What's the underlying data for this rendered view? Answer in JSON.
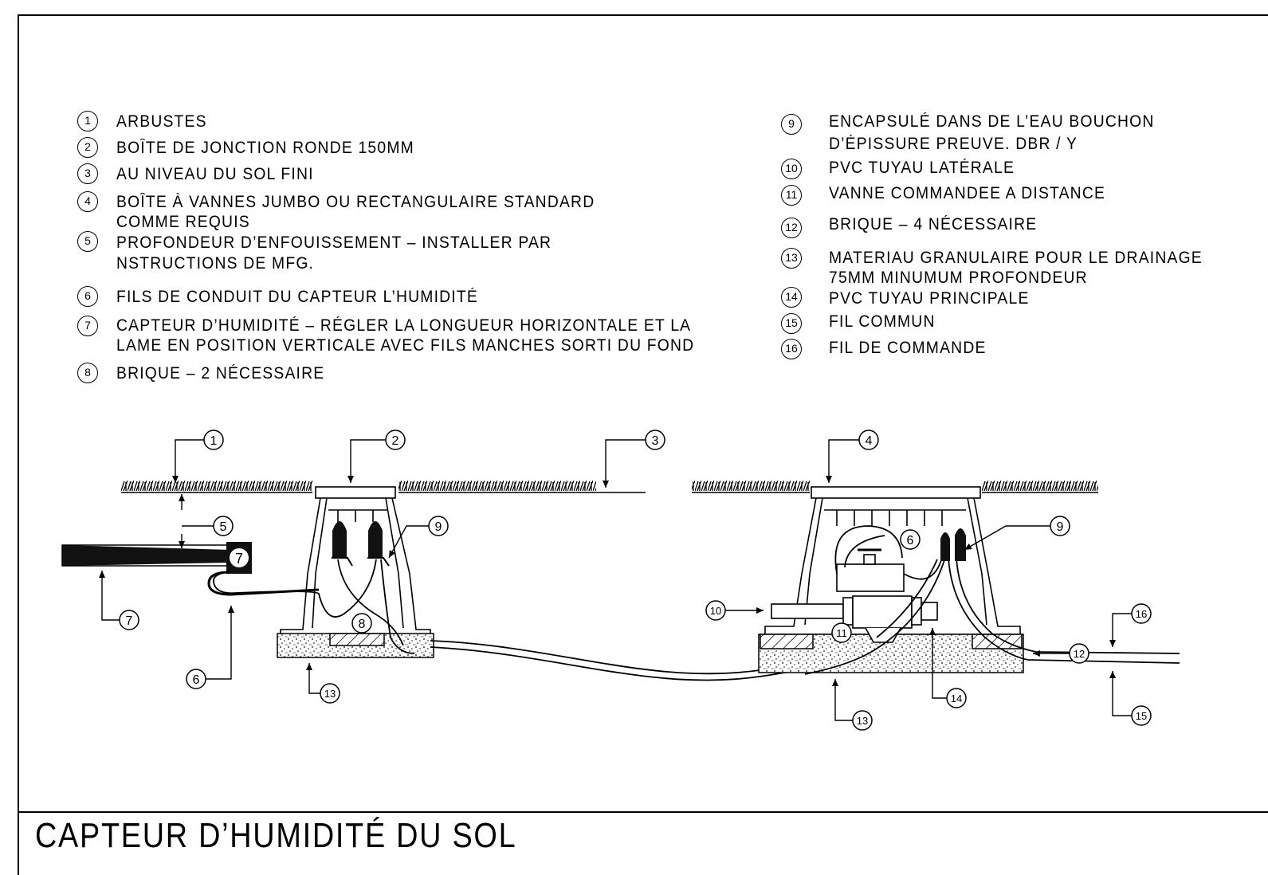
{
  "title": "CAPTEUR D’HUMIDITÉ DU SOL",
  "notes": [
    {
      "num": "1",
      "lines": [
        "ARBUSTES"
      ]
    },
    {
      "num": "2",
      "lines": [
        "BOÎTE DE JONCTION RONDE 150MM"
      ]
    },
    {
      "num": "3",
      "lines": [
        "AU NIVEAU DU SOL FINI"
      ]
    },
    {
      "num": "4",
      "lines": [
        "BOÎTE À VANNES JUMBO OU RECTANGULAIRE STANDARD",
        "COMME REQUIS"
      ]
    },
    {
      "num": "5",
      "lines": [
        "PROFONDEUR D’ENFOUISSEMENT – INSTALLER PAR",
        "NSTRUCTIONS DE MFG."
      ]
    },
    {
      "num": "6",
      "lines": [
        "FILS DE CONDUIT DU CAPTEUR L’HUMIDITÉ"
      ]
    },
    {
      "num": "7",
      "lines": [
        "CAPTEUR D’HUMIDITÉ – RÉGLER LA LONGUEUR HORIZONTALE ET LA",
        "LAME EN POSITION VERTICALE AVEC FILS MANCHES SORTI DU FOND"
      ]
    },
    {
      "num": "8",
      "lines": [
        "BRIQUE – 2 NÉCESSAIRE"
      ]
    },
    {
      "num": "9",
      "lines": [
        "ENCAPSULÉ DANS DE L’EAU BOUCHON",
        "D’ÉPISSURE PREUVE. DBR / Y"
      ]
    },
    {
      "num": "10",
      "lines": [
        "PVC TUYAU LATÉRALE"
      ]
    },
    {
      "num": "11",
      "lines": [
        "VANNE COMMANDEE A DISTANCE"
      ]
    },
    {
      "num": "12",
      "lines": [
        "BRIQUE – 4 NÉCESSAIRE"
      ]
    },
    {
      "num": "13",
      "lines": [
        "MATERIAU GRANULAIRE POUR LE DRAINAGE",
        "75MM MINUMUM PROFONDEUR"
      ]
    },
    {
      "num": "14",
      "lines": [
        "PVC TUYAU PRINCIPALE"
      ]
    },
    {
      "num": "15",
      "lines": [
        "FIL COMMUN"
      ]
    },
    {
      "num": "16",
      "lines": [
        "FIL DE COMMANDE"
      ]
    }
  ],
  "callouts": [
    "1",
    "2",
    "3",
    "4",
    "5",
    "6",
    "7",
    "8",
    "9",
    "10",
    "11",
    "12",
    "13",
    "14",
    "15",
    "16"
  ]
}
